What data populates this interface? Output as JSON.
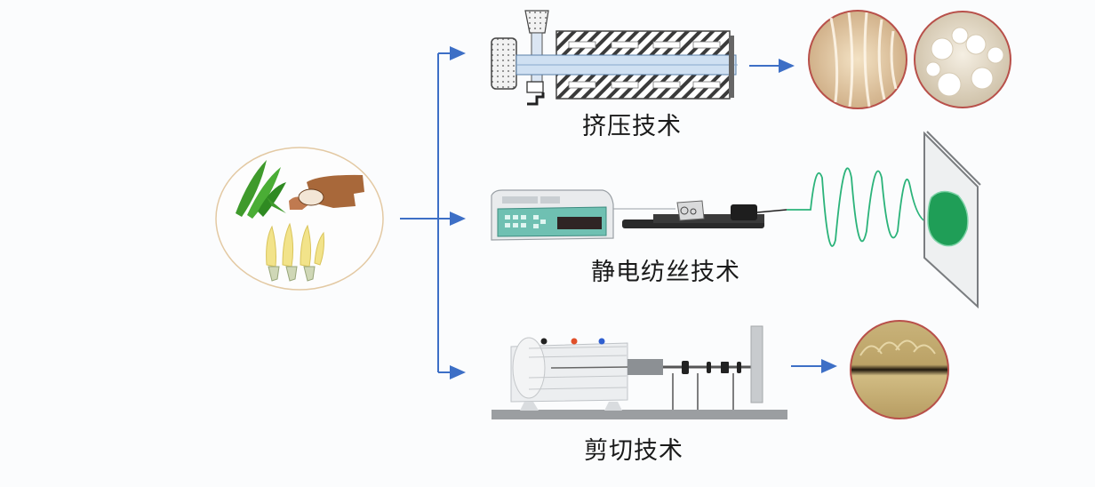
{
  "diagram": {
    "title": "",
    "source": {
      "name": "raw-materials",
      "items": [
        "green-beans",
        "tuber-root",
        "wheat-grain"
      ]
    },
    "colors": {
      "arrow": "#3d6fc6",
      "product_ring": "#b8504a",
      "fiber_wave": "#2bb37a",
      "fiber_deposit": "#1f9e57",
      "source_ring": "#e3c9a3",
      "equipment_gray": "#bfc3c7",
      "equipment_dark": "#2b2b2b",
      "pump_teal": "#5fb8a8"
    },
    "branches": [
      {
        "id": "extrusion",
        "label": "挤压技术",
        "equipment": "extruder",
        "outputs": [
          "fibrous-texture-sample",
          "puffed-chunks-sample"
        ]
      },
      {
        "id": "electrospinning",
        "label": "静电纺丝技术",
        "equipment": "syringe-pump-and-spinneret",
        "outputs": [
          "nanofiber-mat-on-collector"
        ]
      },
      {
        "id": "shear",
        "label": "剪切技术",
        "equipment": "shear-cell-device",
        "outputs": [
          "layered-fibrous-sample"
        ]
      }
    ]
  }
}
